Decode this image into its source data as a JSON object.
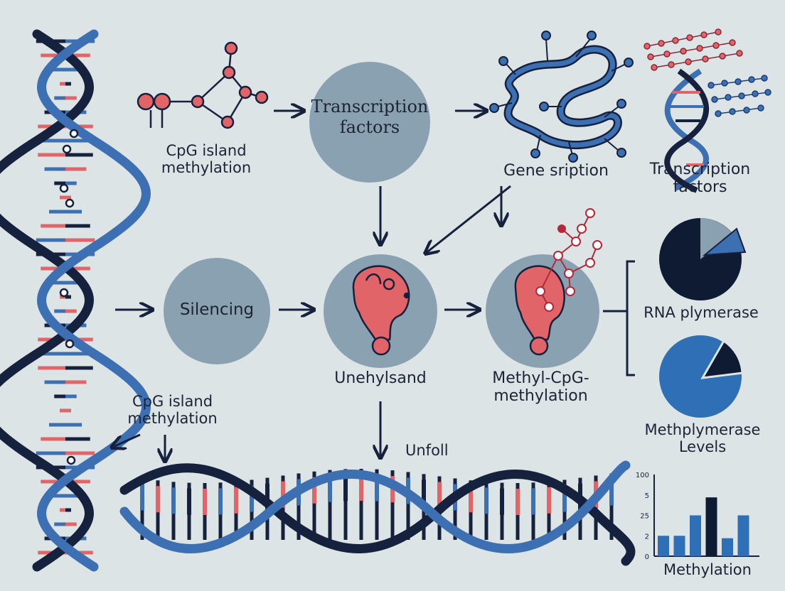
{
  "labels": {
    "cpg_top": "CpG island\nmethylation",
    "tf_circle": "Transcription\nfactors",
    "tf_right": "Transcription\nfactors",
    "gene_sription": "Gene sription",
    "silencing": "Silencing",
    "unehylsand": "Unehylsand",
    "methyl_cpg": "Methyl-CpG-\nmethylation",
    "rna_plymerase": "RNA plymerase",
    "methplymerase": "Methplymerase\nLevels",
    "cpg_bottom": "CpG island\nmethylation",
    "unfoll": "Unfoll"
  },
  "chart_data": {
    "type": "bar",
    "xlabel": "Methylation",
    "ytick_labels": [
      "100",
      "5",
      "25",
      "2",
      "0"
    ],
    "values": [
      25,
      25,
      50,
      72,
      22,
      50
    ],
    "highlight_index": 3,
    "ylim": [
      0,
      100
    ],
    "colors": {
      "bar": "#2f6fb5",
      "highlight": "#0f1a33"
    }
  },
  "colors": {
    "navy": "#16213d",
    "blue": "#3d6fb3",
    "red": "#e06468",
    "circle": "#8aa1b2"
  }
}
